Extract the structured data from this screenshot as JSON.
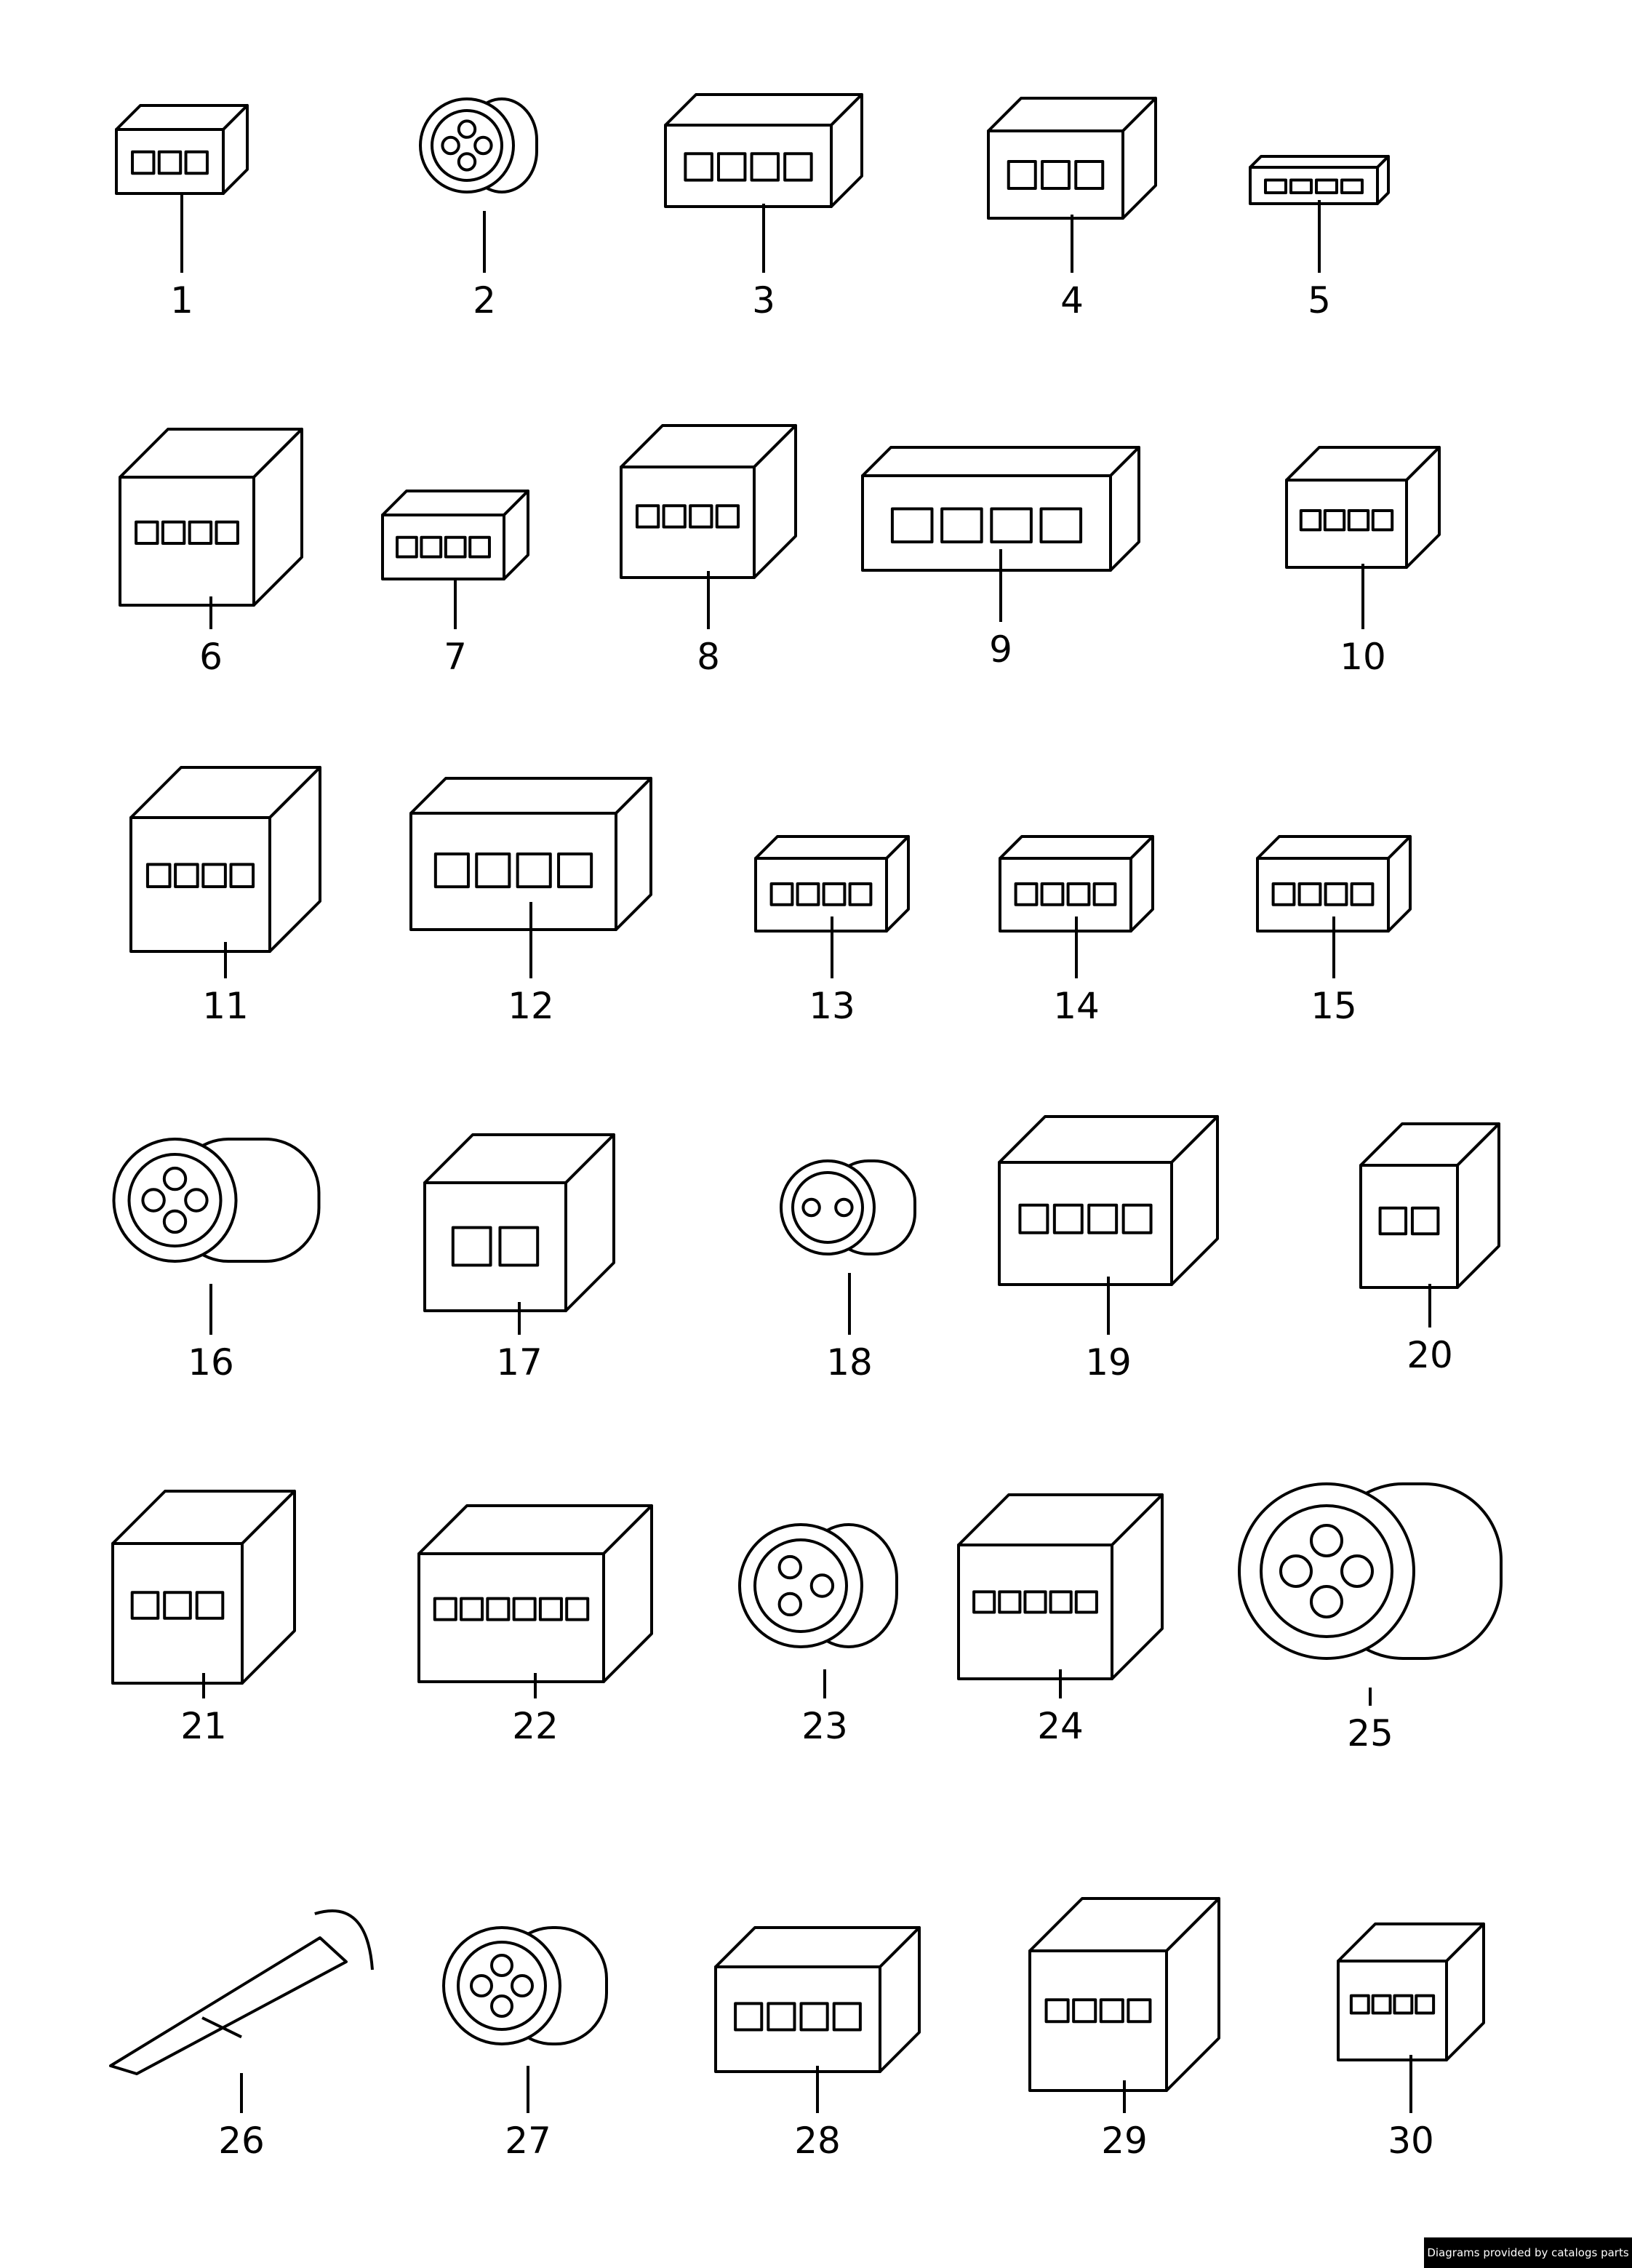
{
  "diagram": {
    "items": [
      {
        "number": "1"
      },
      {
        "number": "2"
      },
      {
        "number": "3"
      },
      {
        "number": "4"
      },
      {
        "number": "5"
      },
      {
        "number": "6"
      },
      {
        "number": "7"
      },
      {
        "number": "8"
      },
      {
        "number": "9"
      },
      {
        "number": "10"
      },
      {
        "number": "11"
      },
      {
        "number": "12"
      },
      {
        "number": "13"
      },
      {
        "number": "14"
      },
      {
        "number": "15"
      },
      {
        "number": "16"
      },
      {
        "number": "17"
      },
      {
        "number": "18"
      },
      {
        "number": "19"
      },
      {
        "number": "20"
      },
      {
        "number": "21"
      },
      {
        "number": "22"
      },
      {
        "number": "23"
      },
      {
        "number": "24"
      },
      {
        "number": "25"
      },
      {
        "number": "26"
      },
      {
        "number": "27"
      },
      {
        "number": "28"
      },
      {
        "number": "29"
      },
      {
        "number": "30"
      }
    ]
  },
  "footer": {
    "text": "Diagrams provided by catalogs parts"
  }
}
